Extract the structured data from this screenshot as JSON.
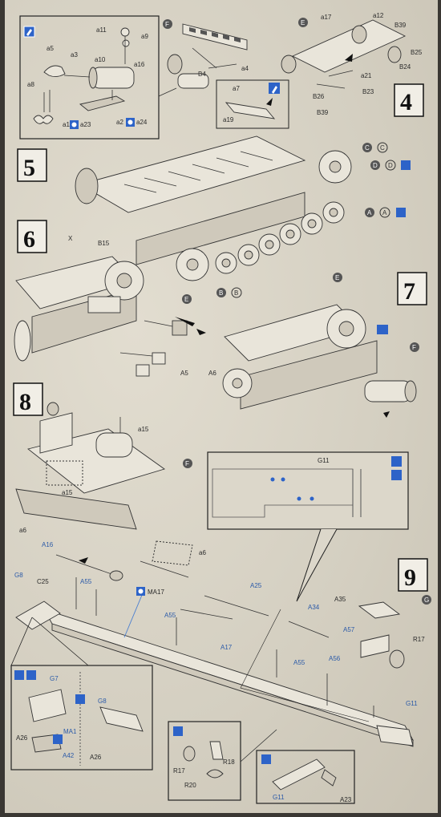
{
  "steps": [
    {
      "id": "step4",
      "number": "4"
    },
    {
      "id": "step5",
      "number": "5"
    },
    {
      "id": "step6",
      "number": "6"
    },
    {
      "id": "step7",
      "number": "7"
    },
    {
      "id": "step8",
      "number": "8"
    },
    {
      "id": "step9",
      "number": "9"
    }
  ],
  "callouts": {
    "F": "F",
    "E": "E",
    "C": "C",
    "D": "D",
    "A": "A",
    "B": "B",
    "G": "G"
  },
  "labels": {
    "a11": "a11",
    "a9": "a9",
    "a5": "a5",
    "a3": "a3",
    "a10": "a10",
    "a16": "a16",
    "a8": "a8",
    "a1": "a1",
    "a23": "a23",
    "a2": "a2",
    "a24": "a24",
    "B4": "B4",
    "a4": "a4",
    "a7": "a7",
    "a19": "a19",
    "a17": "a17",
    "a12": "a12",
    "B39": "B39",
    "B25": "B25",
    "B24": "B24",
    "a21": "a21",
    "B23": "B23",
    "B26": "B26",
    "X": "X",
    "B15": "B15",
    "A5": "A5",
    "A6": "A6",
    "a15": "a15",
    "a6": "a6",
    "G11": "G11",
    "A16": "A16",
    "G8": "G8",
    "C25": "C25",
    "A55": "A55",
    "MA17": "MA17",
    "A25": "A25",
    "A17": "A17",
    "A34": "A34",
    "A35": "A35",
    "A57": "A57",
    "A56": "A56",
    "R17": "R17",
    "G7": "G7",
    "A26": "A26",
    "MA1": "MA1",
    "A42": "A42",
    "R18": "R18",
    "R20": "R20",
    "A23": "A23"
  }
}
